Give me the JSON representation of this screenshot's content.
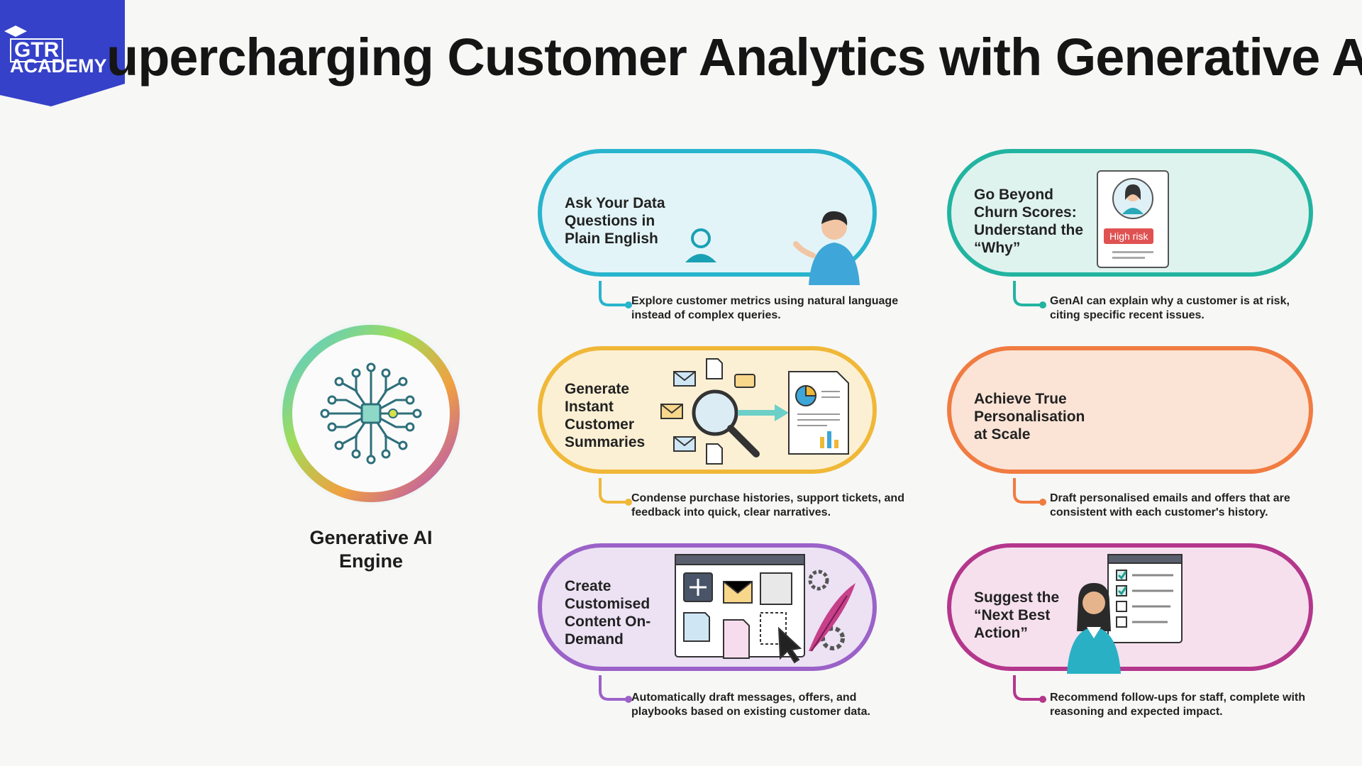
{
  "header": {
    "title": "upercharging Customer Analytics with Generative AI"
  },
  "logo": {
    "line1": "GTR",
    "line2": "ACADEMY"
  },
  "engine": {
    "label": "Generative AI Engine"
  },
  "cards": [
    {
      "title": "Ask Your Data Questions in Plain English",
      "desc": "Explore customer metrics using natural language instead of complex queries.",
      "color": "#28b4cc"
    },
    {
      "title": "Go Beyond Churn Scores: Understand the “Why”",
      "desc": "GenAI can explain why a customer is at risk, citing specific recent issues.",
      "color": "#22b4a0",
      "badge": "High risk"
    },
    {
      "title": "Generate Instant Customer Summaries",
      "desc": "Condense purchase histories, support tickets, and feedback into quick, clear narratives.",
      "color": "#f0b838"
    },
    {
      "title": "Achieve True Personalisation at Scale",
      "desc": "Draft personalised emails and offers that are consistent with each customer's history.",
      "color": "#f07c42"
    },
    {
      "title": "Create Customised Content On-Demand",
      "desc": "Automatically draft messages, offers, and playbooks based on existing customer data.",
      "color": "#9b62c8"
    },
    {
      "title": "Suggest the “Next Best Action”",
      "desc": "Recommend follow-ups for staff, complete with reasoning and expected impact.",
      "color": "#b4378c"
    }
  ]
}
